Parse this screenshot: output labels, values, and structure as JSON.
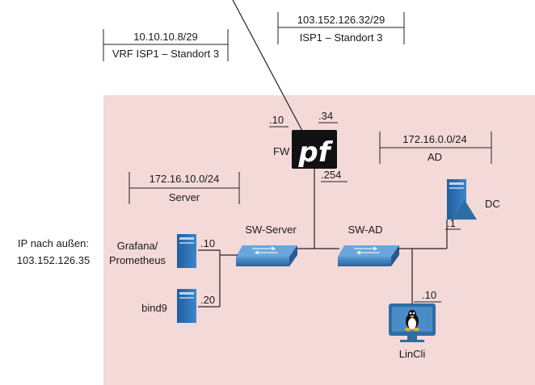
{
  "networks": {
    "vrf": {
      "cidr": "10.10.10.8/29",
      "label": "VRF ISP1 – Standort 3"
    },
    "isp": {
      "cidr": "103.152.126.32/29",
      "label": "ISP1 – Standort 3"
    },
    "server": {
      "cidr": "172.16.10.0/24",
      "label": "Server"
    },
    "ad": {
      "cidr": "172.16.0.0/24",
      "label": "AD"
    }
  },
  "firewall": {
    "label": "FW",
    "logo_text": "pf",
    "ip_vrf": ".10",
    "ip_isp": ".34",
    "ip_lan": ".254"
  },
  "switches": {
    "server": {
      "label": "SW-Server"
    },
    "ad": {
      "label": "SW-AD"
    }
  },
  "hosts": {
    "grafana": {
      "label_line1": "Grafana/",
      "label_line2": "Prometheus",
      "ip": ".10"
    },
    "bind9": {
      "label": "bind9",
      "ip": ".20"
    },
    "dc": {
      "label": "DC",
      "ip": ".1"
    },
    "lincli": {
      "label": "LinCli",
      "ip": ".10"
    }
  },
  "external_ip": {
    "line1": "IP nach außen:",
    "line2": "103.152.126.35"
  },
  "colors": {
    "zone_background": "#f3d9d8",
    "device_blue": "#2e6da4",
    "device_light": "#4a8bc8",
    "firewall_black": "#111111",
    "wire": "#222222"
  }
}
